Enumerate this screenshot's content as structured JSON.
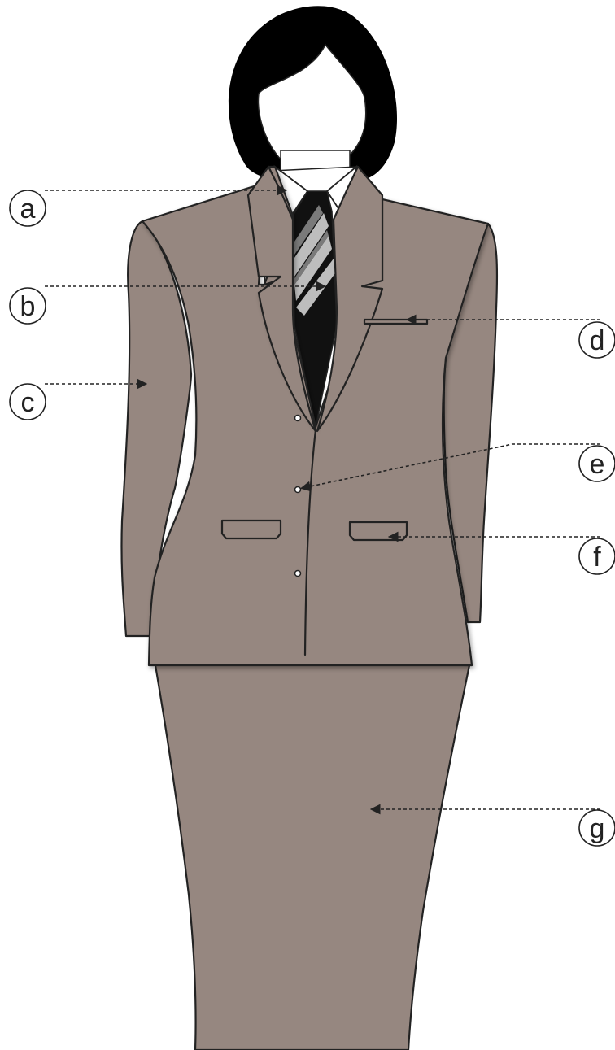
{
  "colors": {
    "suit": "#968780",
    "hair": "#000000",
    "shirt": "#ffffff",
    "tie_dark": "#111111",
    "tie_stripe_light": "#bdbdbd",
    "tie_stripe_mid": "#7a7a7a",
    "outline": "#222222"
  },
  "labels": {
    "a": "a",
    "b": "b",
    "c": "c",
    "d": "d",
    "e": "e",
    "f": "f",
    "g": "g"
  }
}
